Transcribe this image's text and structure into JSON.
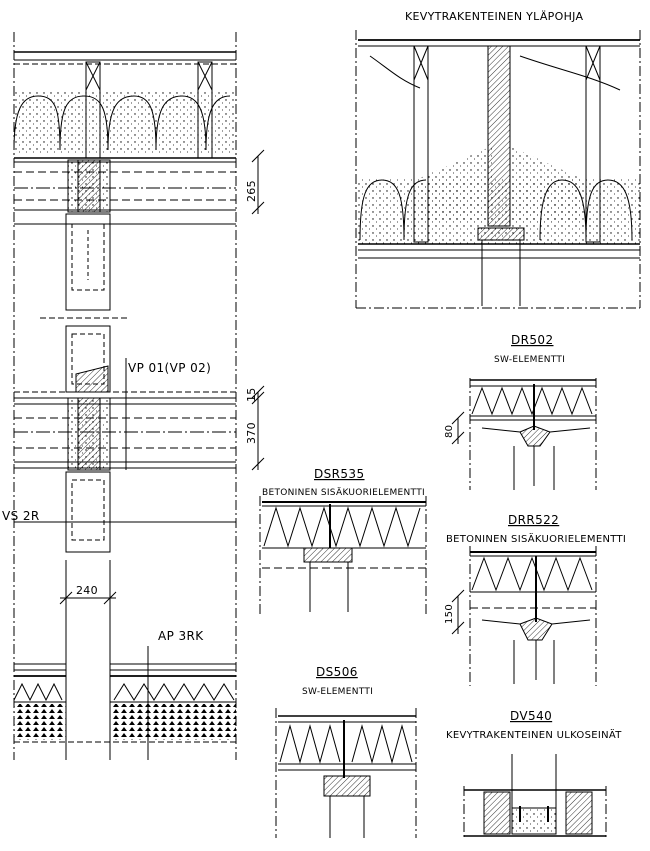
{
  "drawing": {
    "title_top": "KEVYTRAKENTEINEN YLÄPOHJA",
    "dims": {
      "d265": "265",
      "d15": "15",
      "d370": "370",
      "d240": "240",
      "d80": "80",
      "d150": "150"
    },
    "labels": {
      "vp": "VP 01(VP 02)",
      "vs": "VS 2R",
      "ap": "AP 3RK"
    },
    "details": {
      "dr502": {
        "code": "DR502",
        "sub": "SW-ELEMENTTI"
      },
      "dsr535": {
        "code": "DSR535",
        "sub": "BETONINEN SISÄKUORIELEMENTTI"
      },
      "drr522": {
        "code": "DRR522",
        "sub": "BETONINEN SISÄKUORIELEMENTTI"
      },
      "ds506": {
        "code": "DS506",
        "sub": "SW-ELEMENTTI"
      },
      "dv540": {
        "code": "DV540",
        "sub": "KEVYTRAKENTEINEN ULKOSEINÄT"
      }
    }
  }
}
